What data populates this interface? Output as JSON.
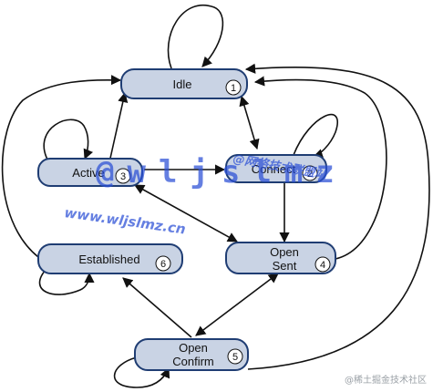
{
  "states": [
    {
      "id": "idle",
      "label_lines": [
        "Idle"
      ],
      "number": "1"
    },
    {
      "id": "active",
      "label_lines": [
        "Active"
      ],
      "number": "3"
    },
    {
      "id": "connect",
      "label_lines": [
        "Connect"
      ],
      "number": "2"
    },
    {
      "id": "established",
      "label_lines": [
        "Established"
      ],
      "number": "6"
    },
    {
      "id": "open-sent",
      "label_lines": [
        "Open",
        "Sent"
      ],
      "number": "4"
    },
    {
      "id": "open-confirm",
      "label_lines": [
        "Open",
        "Confirm"
      ],
      "number": "5"
    }
  ],
  "watermarks": {
    "big": "@wljslmz",
    "url": "www.wljslmz.cn",
    "site": "@网络技术联盟站",
    "corner": "@稀土掘金技术社区"
  },
  "colors": {
    "node_fill": "#c9d3e4",
    "node_stroke": "#1f3d73",
    "watermark": "#2a4fd6"
  }
}
